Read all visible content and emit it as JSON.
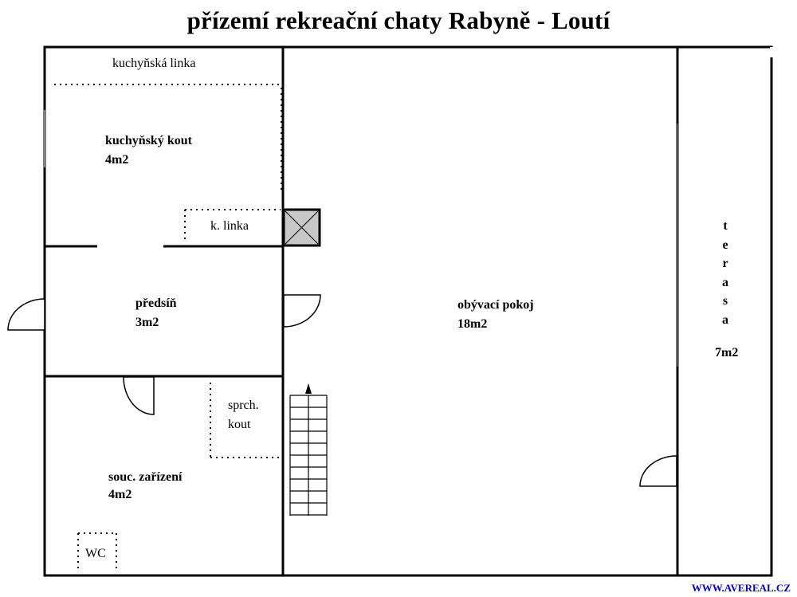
{
  "title": "přízemí rekreační chaty Rabyně - Loutí",
  "rooms": {
    "kitchen_counter": "kuchyňská linka",
    "kitchen": {
      "name": "kuchyňský kout",
      "area": "4m2"
    },
    "small_counter": "k. linka",
    "hall": {
      "name": "předsíň",
      "area": "3m2"
    },
    "living": {
      "name": "obývací pokoj",
      "area": "18m2"
    },
    "bathroom": {
      "name": "souc. zařízení",
      "area": "4m2"
    },
    "shower": {
      "line1": "sprch.",
      "line2": "kout"
    },
    "wc": "WC",
    "terrace": {
      "letters": [
        "t",
        "e",
        "r",
        "a",
        "s",
        "a"
      ],
      "area": "7m2"
    }
  },
  "website": "WWW.AVEREAL.CZ"
}
